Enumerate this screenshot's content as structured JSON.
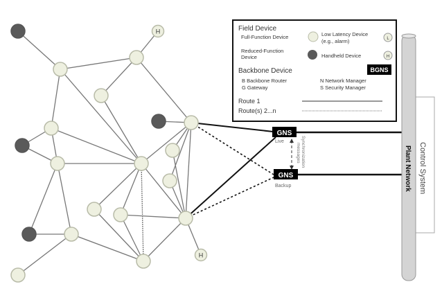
{
  "legend": {
    "field_device": "Field Device",
    "full_function": "Full-Function Device",
    "reduced_function_1": "Reduced-Function",
    "reduced_function_2": "Device",
    "low_latency_1": "Low Latency Device",
    "low_latency_2": "(e.g., alarm)",
    "low_latency_symbol": "L",
    "handheld": "Handheld Device",
    "handheld_symbol": "H",
    "backbone_device": "Backbone Device",
    "bgns": "BGNS",
    "backbone_router": "B Backbone Router",
    "gateway": "G Gateway",
    "network_manager": "N Network Manager",
    "security_manager": "S Security Manager",
    "route1": "Route 1",
    "route2": "Route(s) 2...n"
  },
  "gns_live": {
    "label": "GNS",
    "sub": "Live"
  },
  "gns_backup": {
    "label": "GNS",
    "sub": "Backup"
  },
  "sync_1": "Synchronization",
  "sync_2": "messages",
  "plant_network": "Plant Network",
  "control_system": "Control System",
  "handheld_node_label": "H",
  "colors": {
    "full": "#eef0e0",
    "reduced": "#5a5a5a",
    "node_stroke": "#b8bba8"
  }
}
